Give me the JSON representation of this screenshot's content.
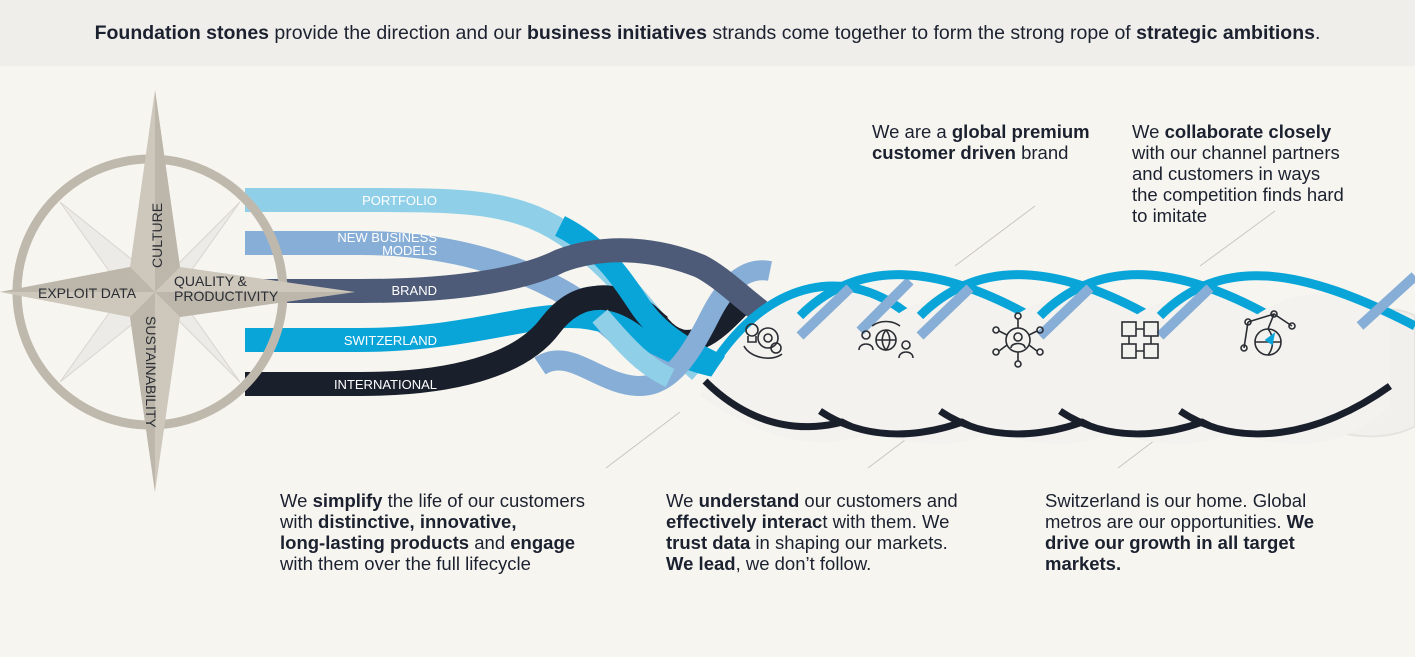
{
  "banner": {
    "part1_bold": "Foundation stones",
    "part2": " provide the direction and our ",
    "part3_bold": "business initiatives",
    "part4": " strands come together to form the strong rope of ",
    "part5_bold": "strategic ambitions",
    "part6": "."
  },
  "compass": {
    "north": "CULTURE",
    "south": "SUSTAINABILITY",
    "west": "EXPLOIT DATA",
    "east_line1": "QUALITY &",
    "east_line2": "PRODUCTIVITY"
  },
  "strands": [
    {
      "label": "PORTFOLIO",
      "color": "#8fd0e8"
    },
    {
      "label_line1": "NEW BUSINESS",
      "label_line2": "MODELS",
      "color": "#87aed6"
    },
    {
      "label": "BRAND",
      "color": "#4e5b78"
    },
    {
      "label": "SWITZERLAND",
      "color": "#0aa5d8"
    },
    {
      "label": "INTERNATIONAL",
      "color": "#1a1f2c"
    }
  ],
  "ambitions": {
    "a1": {
      "p1": "We ",
      "b1": "simplify",
      "p2": " the life of our customers",
      "p3": "with ",
      "b2": "distinctive, innovative,",
      "b3": "long-lasting products",
      "p4": " and ",
      "b4": "engage",
      "p5": "with them over the full lifecycle"
    },
    "a2": {
      "p1": "We ",
      "b1": "understand",
      "p2": " our customers and",
      "b2": "effectively interac",
      "p3": "t with them. We",
      "b3": "trust data",
      "p4": " in shaping our markets.",
      "b4": "We lead",
      "p5": ", we don’t follow."
    },
    "a3": {
      "p1": "Switzerland is our home. Global",
      "p2": "metros are our opportunities. ",
      "b1": "We",
      "b2": "drive our growth in all target",
      "b3": "markets."
    },
    "a4": {
      "p1": "We are a ",
      "b1": "global premium",
      "b2": "customer driven",
      "p2": " brand"
    },
    "a5": {
      "p1": "We ",
      "b1": "collaborate closely",
      "p2": "with our channel partners",
      "p3": "and customers in ways",
      "p4": "the competition finds hard",
      "p5": "to imitate"
    }
  },
  "icons": [
    "innovation-gears-icon",
    "people-globe-icon",
    "network-person-icon",
    "hands-collaboration-icon",
    "globe-network-icon"
  ]
}
